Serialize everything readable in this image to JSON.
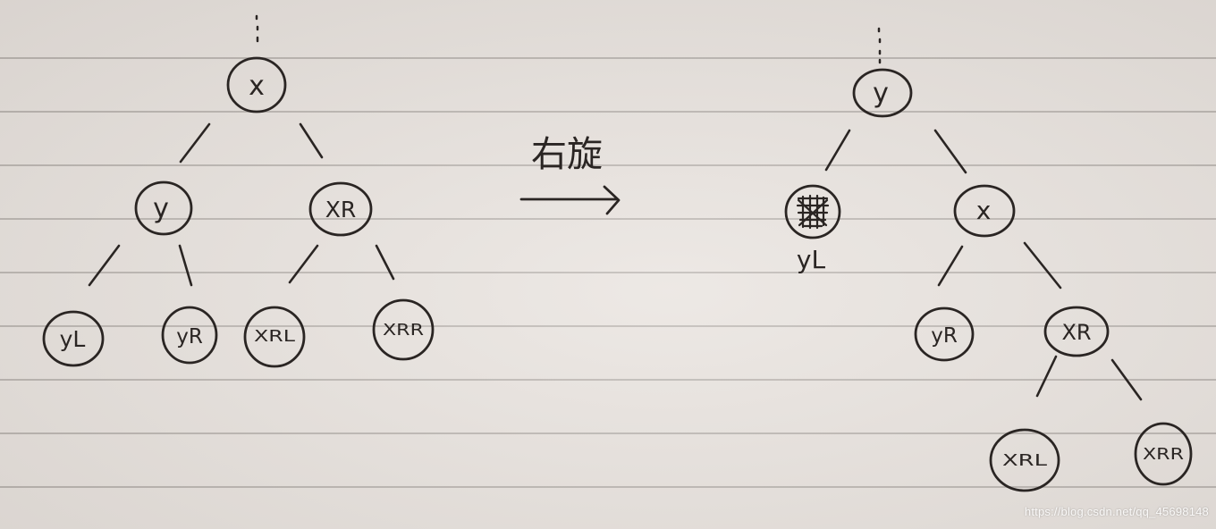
{
  "arrow_label": "右旋",
  "watermark": "https://blog.csdn.net/qq_45698148",
  "ink_color": "#2a2523",
  "before_tree": {
    "nodes": [
      {
        "id": "x",
        "label": "x"
      },
      {
        "id": "y",
        "label": "y"
      },
      {
        "id": "xr",
        "label": "XR"
      },
      {
        "id": "yl",
        "label": "yL"
      },
      {
        "id": "yr",
        "label": "yR"
      },
      {
        "id": "xrl",
        "label": "XRL"
      },
      {
        "id": "xrr",
        "label": "XRR"
      }
    ],
    "edges": [
      [
        "x",
        "y"
      ],
      [
        "x",
        "xr"
      ],
      [
        "y",
        "yl"
      ],
      [
        "y",
        "yr"
      ],
      [
        "xr",
        "xrl"
      ],
      [
        "xr",
        "xrr"
      ]
    ]
  },
  "after_tree": {
    "nodes": [
      {
        "id": "y",
        "label": "y"
      },
      {
        "id": "yl",
        "label": "yL"
      },
      {
        "id": "x",
        "label": "x"
      },
      {
        "id": "yr",
        "label": "yR"
      },
      {
        "id": "xr",
        "label": "XR"
      },
      {
        "id": "xrl",
        "label": "XRL"
      },
      {
        "id": "xrr",
        "label": "XRR"
      }
    ],
    "edges": [
      [
        "y",
        "yl"
      ],
      [
        "y",
        "x"
      ],
      [
        "x",
        "yr"
      ],
      [
        "x",
        "xr"
      ],
      [
        "xr",
        "xrl"
      ],
      [
        "xr",
        "xrr"
      ]
    ]
  }
}
